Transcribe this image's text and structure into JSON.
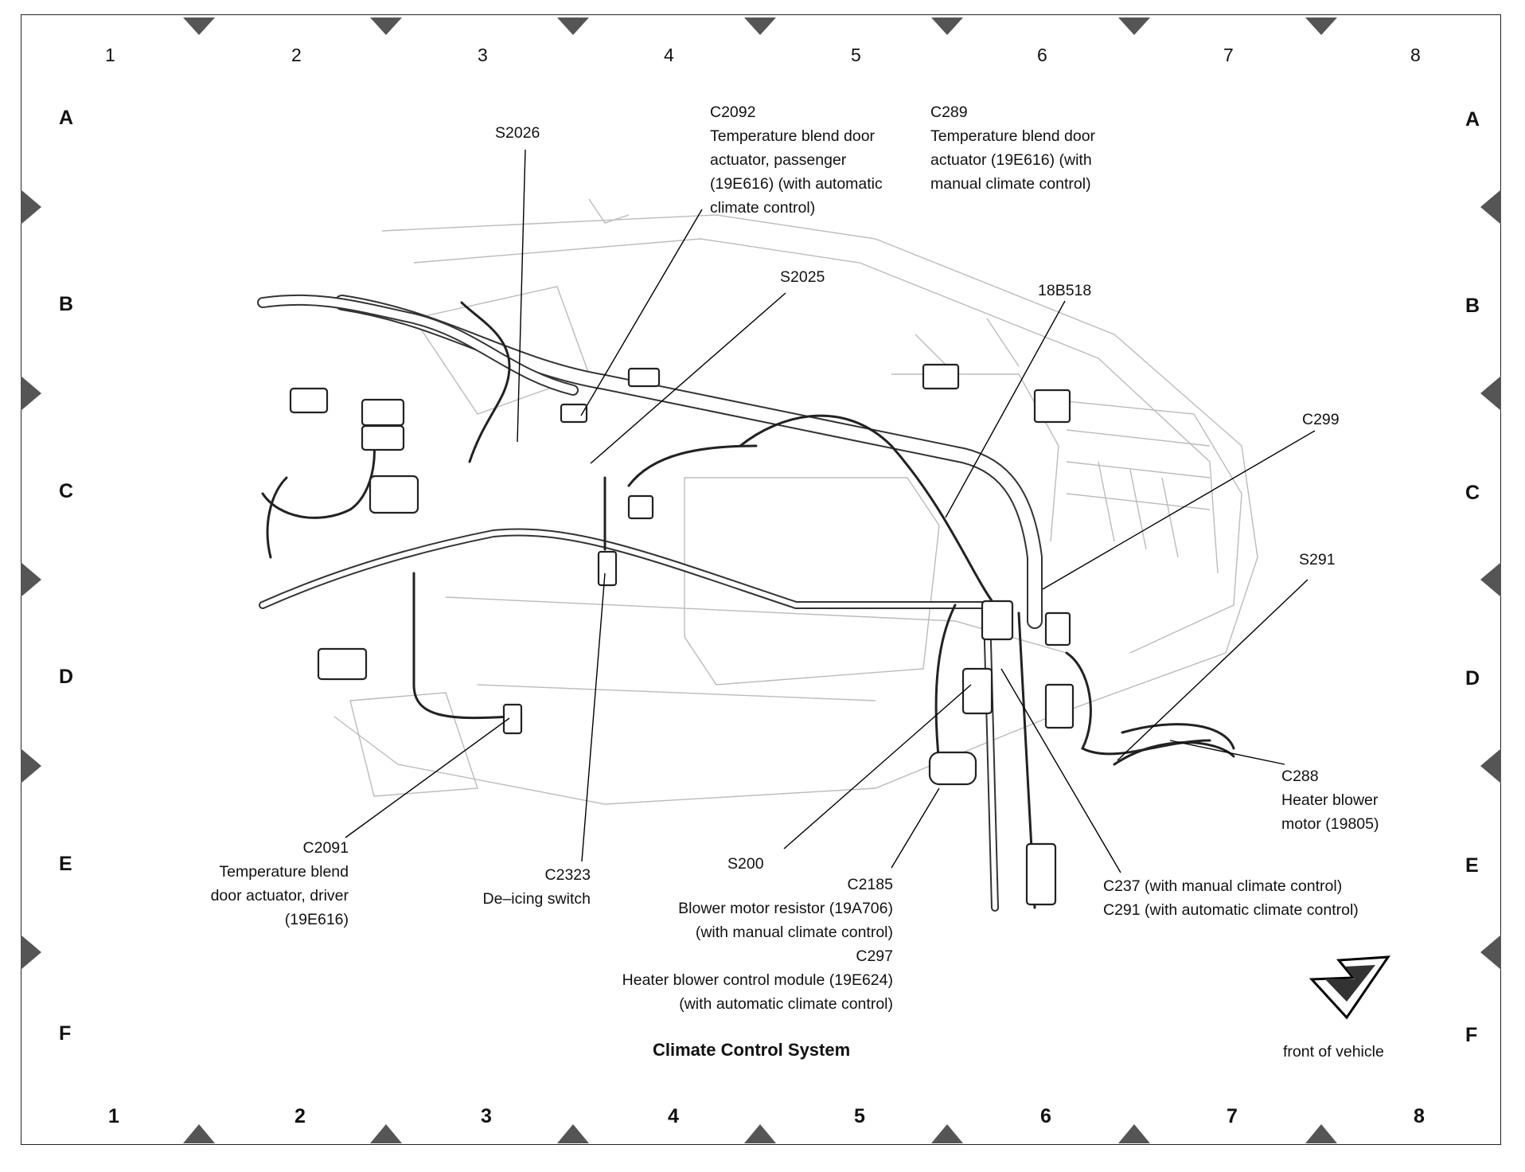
{
  "title": "Climate Control System",
  "front_of_vehicle": "front of vehicle",
  "grid": {
    "columns_top": [
      "1",
      "2",
      "3",
      "4",
      "5",
      "6",
      "7",
      "8"
    ],
    "columns_bottom": [
      "1",
      "2",
      "3",
      "4",
      "5",
      "6",
      "7",
      "8"
    ],
    "rows_left": [
      "A",
      "B",
      "C",
      "D",
      "E",
      "F"
    ],
    "rows_right": [
      "A",
      "B",
      "C",
      "D",
      "E",
      "F"
    ]
  },
  "labels": {
    "s2026": "S2026",
    "c2092": [
      "C2092",
      "Temperature blend door",
      "actuator, passenger",
      "(19E616) (with automatic",
      "climate control)"
    ],
    "c289": [
      "C289",
      "Temperature blend door",
      "actuator (19E616) (with",
      "manual climate control)"
    ],
    "s2025": "S2025",
    "b18b518": "18B518",
    "c299": "C299",
    "s291": "S291",
    "c288": [
      "C288",
      "Heater blower",
      "motor (19805)"
    ],
    "c2091": [
      "C2091",
      "Temperature blend",
      "door actuator, driver",
      "(19E616)"
    ],
    "c2323": [
      "C2323",
      "De–icing switch"
    ],
    "s200": "S200",
    "c2185": [
      "C2185",
      "Blower motor resistor (19A706)",
      "(with manual climate control)",
      "C297",
      "Heater blower control module (19E624)",
      "(with automatic climate control)"
    ],
    "c237": [
      "C237 (with manual climate control)",
      "C291 (with automatic climate control)"
    ]
  }
}
